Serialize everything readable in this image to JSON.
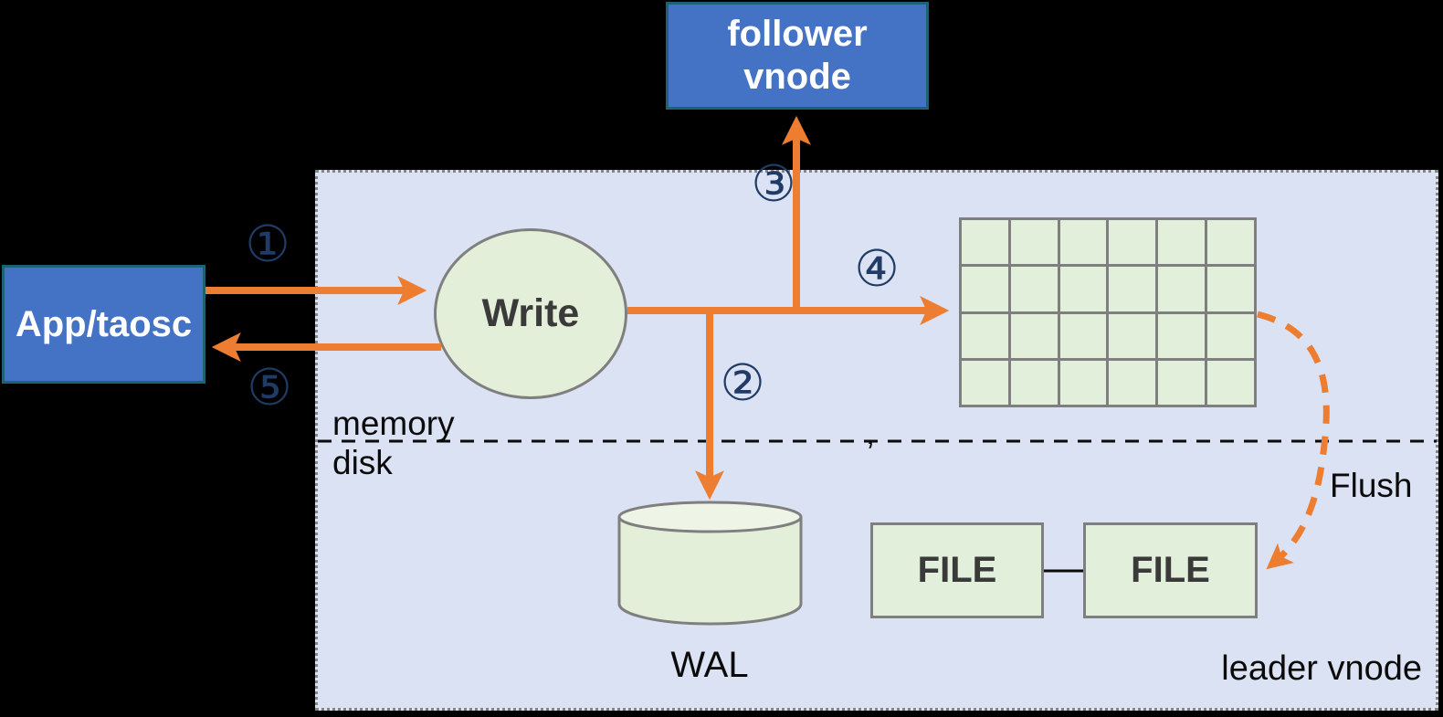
{
  "colors": {
    "background": "#000000",
    "accent_orange": "#ED7D31",
    "node_blue_fill": "#4472C4",
    "node_blue_border": "#1E6274",
    "node_green_fill": "#E2EFDA",
    "node_gray_border": "#7F7F7F",
    "container_fill": "#DBE2F3",
    "step_number_navy": "#1F3B66",
    "dark_text": "#3A3A3A"
  },
  "nodes": {
    "follower_vnode": {
      "line1": "follower",
      "line2": "vnode"
    },
    "app": {
      "label": "App/taosc"
    },
    "write": {
      "label": "Write"
    },
    "wal": {
      "label": "WAL"
    },
    "file_left": {
      "label": "FILE"
    },
    "file_right": {
      "label": "FILE"
    }
  },
  "container": {
    "label": "leader vnode",
    "memory_label": "memory",
    "disk_label": "disk"
  },
  "annotations": {
    "step1": "①",
    "step2": "②",
    "step3": "③",
    "step4": "④",
    "step5": "⑤",
    "flush": "Flush",
    "stray_mark": ","
  },
  "grid": {
    "rows": 4,
    "cols": 6
  }
}
